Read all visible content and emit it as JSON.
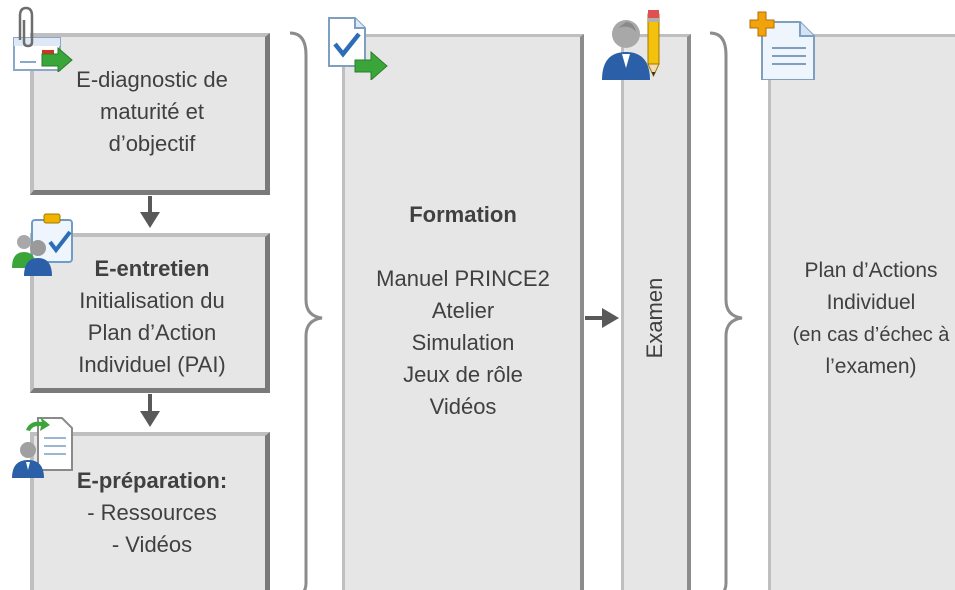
{
  "colors": {
    "box_fill": "#e6e6e6",
    "box_border_dark": "#7a7a7a",
    "box_border_light": "#bfbfbf",
    "arrow": "#595959",
    "text": "#404040"
  },
  "steps": {
    "diagnostic": {
      "lines": [
        "E-diagnostic de",
        "maturité et",
        "d’objectif"
      ],
      "icon": "document-attachment-arrow-icon"
    },
    "entretien": {
      "title": "E-entretien",
      "lines": [
        "Initialisation du",
        "Plan d’Action",
        "Individuel (PAI)"
      ],
      "icon": "users-checklist-icon"
    },
    "preparation": {
      "title": "E-préparation:",
      "lines": [
        "- Ressources",
        "- Vidéos"
      ],
      "icon": "user-document-refresh-icon"
    }
  },
  "formation": {
    "title": "Formation",
    "lines": [
      "Manuel PRINCE2",
      "Atelier",
      "Simulation",
      "Jeux de rôle",
      "Vidéos"
    ],
    "icon": "document-check-arrow-icon"
  },
  "examen": {
    "label": "Examen",
    "icon": "user-pencil-icon"
  },
  "plan": {
    "lines": [
      "Plan d’Actions",
      "Individuel",
      "(en cas d’échec à",
      "l’examen)"
    ],
    "icon": "document-plus-icon"
  }
}
